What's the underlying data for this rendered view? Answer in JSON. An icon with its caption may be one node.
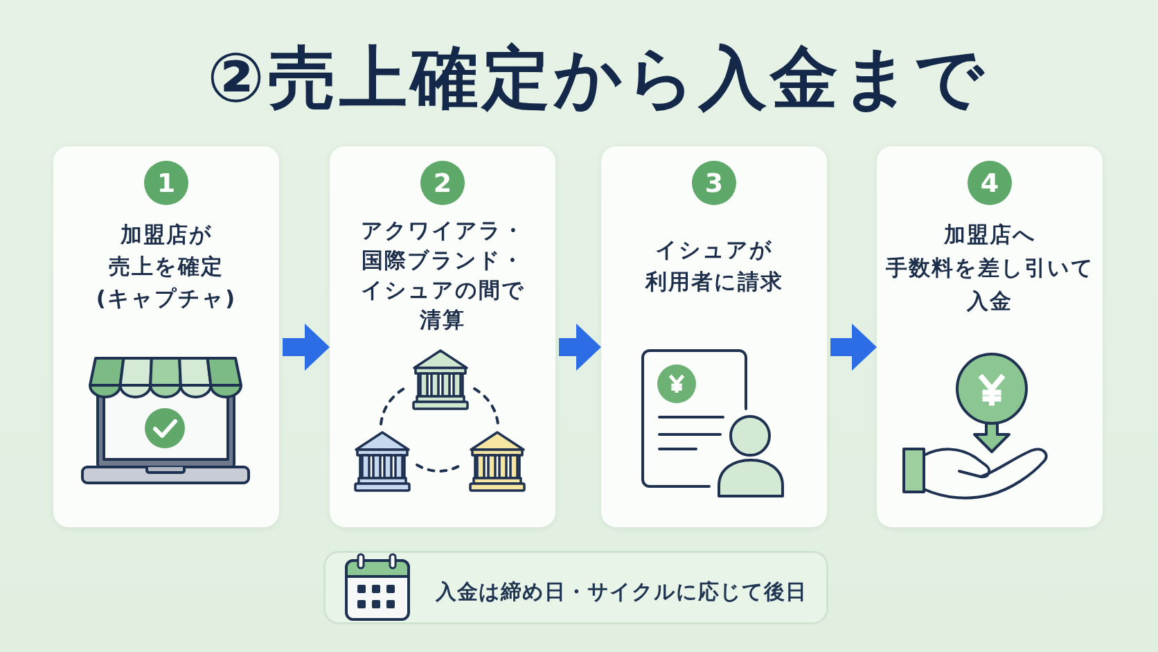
{
  "diagram": {
    "title": "②売上確定から入金まで",
    "nodes": [
      {
        "text": [
          "加盟店が売上を確定(キャプチャ)"
        ]
      },
      {
        "text": [
          "1"
        ],
        "in": 0
      },
      {
        "text": [
          "アクワイアラ・国際ブランド・イシュアの間で清算"
        ]
      },
      {
        "text": [
          "2"
        ],
        "in": 2
      },
      {
        "text": [
          "イシュアが利用者に請求"
        ]
      },
      {
        "text": [
          "3"
        ],
        "in": 4
      },
      {
        "text": [
          "加盟店へ手数料を差し引いて入金"
        ]
      },
      {
        "text": [
          "4"
        ],
        "in": 6
      },
      {
        "text": [
          "入金は締め日・サイクルに応じて後日"
        ]
      }
    ],
    "edges": [
      {
        "from": 0,
        "to": 2,
        "arrow": "to"
      },
      {
        "from": 2,
        "to": 4,
        "arrow": "to"
      },
      {
        "from": 4,
        "to": 6,
        "arrow": "to"
      }
    ]
  }
}
